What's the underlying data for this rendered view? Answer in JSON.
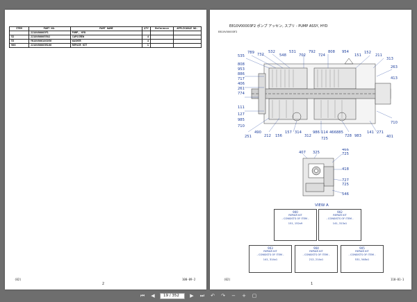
{
  "left_page": {
    "table": {
      "headers": [
        "ITEM",
        "PART NO.",
        "PART NAME",
        "QTY",
        "Reference",
        "APPLICABLE NO."
      ],
      "rows": [
        {
          "item": "",
          "part_no": "JJ10V00003F1",
          "part_name": "PUMP, HYD",
          "qty": "",
          "ref": "",
          "app": ""
        },
        {
          "item": "52",
          "part_no": "JJ10V00005502",
          "part_name": "CAPSCREW",
          "qty": "4",
          "ref": "",
          "app": ""
        },
        {
          "item": "53",
          "part_no": "YN10V00010S056",
          "part_name": "WASHER",
          "qty": "4",
          "ref": "",
          "app": ""
        },
        {
          "item": "900",
          "part_no": "JJ10V00003R100",
          "part_name": "REPAIR KIT",
          "qty": "1",
          "ref": "",
          "app": ""
        }
      ]
    },
    "footer_code": "(02)",
    "page_number": "2",
    "footer_ref": "100-09-2"
  },
  "right_page": {
    "title": "E810V00003F2 ポンプ アッセン, スプリ - PUMP ASSY, HYD",
    "subcode": "E810V00003F2",
    "callouts_top": [
      "535",
      "789",
      "732",
      "532",
      "548",
      "531",
      "702",
      "792",
      "724",
      "808",
      "954",
      "151",
      "152",
      "211",
      "313"
    ],
    "callouts_left": [
      "808",
      "953",
      "886",
      "717",
      "406",
      "261",
      "774",
      "111",
      "127",
      "985",
      "710"
    ],
    "callouts_right": [
      "263",
      "413",
      "710"
    ],
    "callouts_bottom": [
      "251",
      "490",
      "212",
      "156",
      "157",
      "314",
      "312",
      "986",
      "114",
      "466",
      "725",
      "885",
      "728",
      "983",
      "141",
      "271",
      "401"
    ],
    "detail_callouts": [
      "407",
      "325",
      "466",
      "725",
      "418",
      "727",
      "725",
      "546"
    ],
    "view_label": "VIEW  A",
    "kits": [
      {
        "num": "900",
        "name": "REPAIR KIT",
        "consists": "- CONSISTS OF ITEM -",
        "items": "151, 152x9"
      },
      {
        "num": "902",
        "name": "REPAIR KIT",
        "consists": "- CONSISTS OF ITEM -",
        "items": "141, 313x1"
      },
      {
        "num": "903",
        "name": "REPAIR KIT",
        "consists": "- CONSISTS OF ITEM -",
        "items": "141, 314x1"
      },
      {
        "num": "904",
        "name": "REPAIR KIT",
        "consists": "- CONSISTS OF ITEM -",
        "items": "212, 214x1"
      },
      {
        "num": "905",
        "name": "REPAIR KIT",
        "consists": "- CONSISTS OF ITEM -",
        "items": "531, 548x1"
      }
    ],
    "footer_code": "(02)",
    "page_number": "1",
    "footer_ref": "110-01-1"
  },
  "toolbar": {
    "page_field": "19 / 352",
    "icons": [
      "first-page-icon",
      "prev-page-icon",
      "page-field",
      "next-page-icon",
      "last-page-icon",
      "back-icon",
      "forward-icon",
      "zoom-out-icon",
      "zoom-in-icon",
      "fit-icon"
    ]
  }
}
